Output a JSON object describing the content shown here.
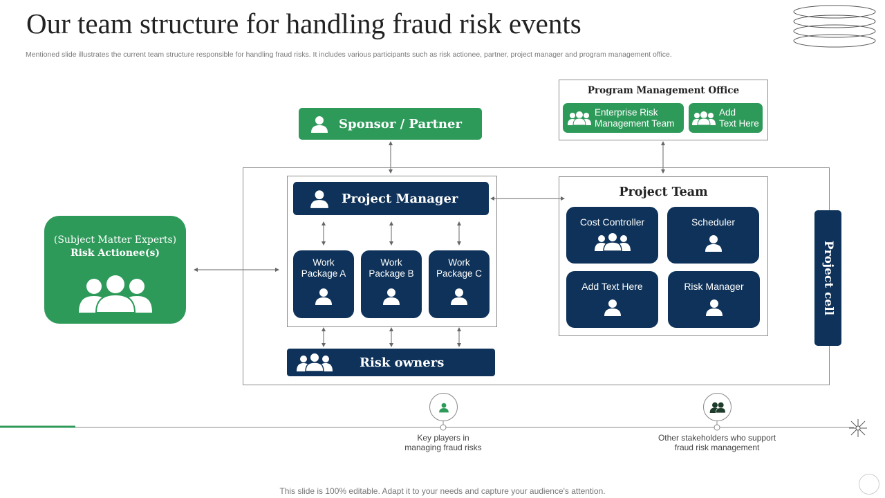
{
  "header": {
    "title": "Our team structure for handling fraud risk events",
    "subtitle": "Mentioned slide illustrates the current team structure responsible for handling fraud risks. It includes various participants such as risk actionee, partner, project manager and program management office."
  },
  "sponsor": {
    "label": "Sponsor / Partner"
  },
  "pmo": {
    "title": "Program Management Office",
    "items": [
      {
        "label_line1": "Enterprise Risk",
        "label_line2": "Management Team"
      },
      {
        "label_line1": "Add",
        "label_line2": "Text Here"
      }
    ]
  },
  "risk_actionee": {
    "line1": "(Subject Matter Experts)",
    "line2": "Risk Actionee(s)"
  },
  "project_manager": {
    "label": "Project Manager"
  },
  "work_packages": [
    {
      "line1": "Work",
      "line2": "Package A"
    },
    {
      "line1": "Work",
      "line2": "Package B"
    },
    {
      "line1": "Work",
      "line2": "Package C"
    }
  ],
  "risk_owners": {
    "label": "Risk owners"
  },
  "project_team": {
    "title": "Project Team",
    "members": [
      {
        "label": "Cost Controller",
        "icon": "group-icon"
      },
      {
        "label": "Scheduler",
        "icon": "user-icon"
      },
      {
        "label": "Add Text Here",
        "icon": "user-icon"
      },
      {
        "label": "Risk Manager",
        "icon": "user-icon"
      }
    ]
  },
  "project_cell": {
    "label": "Project cell"
  },
  "legend": {
    "key_players": {
      "line1": "Key players in",
      "line2": "managing fraud risks",
      "color": "#2e9a5a"
    },
    "other_stakeholders": {
      "line1": "Other stakeholders who support",
      "line2": "fraud risk management",
      "color": "#1f3b2c"
    }
  },
  "footer": {
    "text": "This slide is 100% editable. Adapt it to your needs and capture your audience's attention."
  },
  "colors": {
    "green": "#2e9a5a",
    "navy": "#0e3259"
  }
}
